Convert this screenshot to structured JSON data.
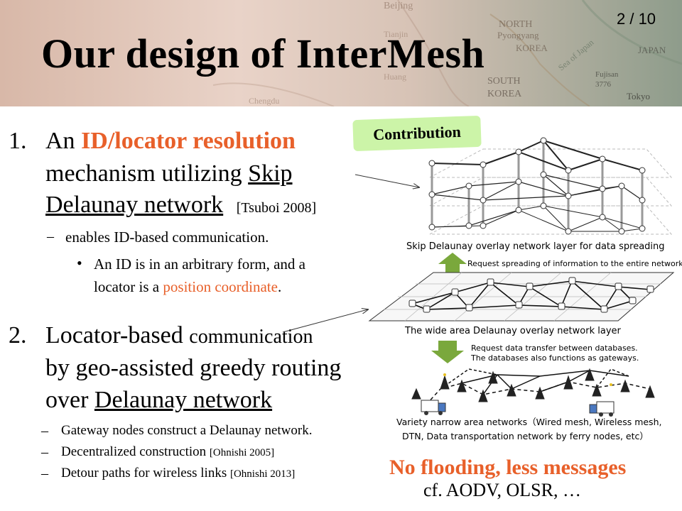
{
  "header": {
    "title": "Our design of InterMesh",
    "page": "2 / 10",
    "map_labels": [
      "Beijing",
      "NORTH",
      "Pyongyang",
      "KOREA",
      "JAPAN",
      "SOUTH",
      "KOREA",
      "Tianjin",
      "Huang",
      "Chengdu",
      "Tokyo",
      "Fujisan",
      "3776",
      "Sea of Japan"
    ]
  },
  "item1": {
    "number": "1.",
    "pre": "An ",
    "highlight": "ID/locator resolution",
    "line2_pre": "mechanism utilizing ",
    "link_a": "Skip",
    "link_b": "Delaunay network",
    "cite": "[Tsuboi 2008]",
    "sub_bullet": "enables ID-based communication.",
    "detail_pre": "An ID is in an arbitrary form, and a",
    "detail_line2_pre": "locator is a ",
    "detail_highlight": "position coordinate",
    "detail_post": "."
  },
  "item2": {
    "number": "2.",
    "line1_a": "Locator-based ",
    "line1_b": "communication",
    "line2": "by geo-assisted greedy routing",
    "line3_pre": "over ",
    "line3_link": "Delaunay network",
    "bullets": [
      {
        "text": "Gateway nodes construct a Delaunay network.",
        "cite": ""
      },
      {
        "text": "Decentralized construction ",
        "cite": "[Ohnishi 2005]"
      },
      {
        "text": "Detour paths for wireless links ",
        "cite": "[Ohnishi 2013]"
      }
    ]
  },
  "contribution": "Contribution",
  "diagram": {
    "caption_top": "Skip Delaunay overlay network layer for data spreading",
    "arrow1_label": "Request spreading of information to the entire network",
    "caption_mid": "The wide area Delaunay overlay network layer",
    "arrow2_label_1": "Request data transfer between databases.",
    "arrow2_label_2": "The databases also functions as gateways.",
    "caption_bottom_1": "Variety narrow area networks（Wired mesh, Wireless mesh,",
    "caption_bottom_2": "DTN, Data transportation network by ferry nodes, etc）"
  },
  "no_flooding": "No flooding, less messages",
  "cf": "cf. AODV, OLSR, …",
  "dash": "–",
  "bullet": "•",
  "colors": {
    "accent": "#e8602a",
    "contribution_bg": "#ccf4a8",
    "arrow_green": "#7aa83c"
  }
}
